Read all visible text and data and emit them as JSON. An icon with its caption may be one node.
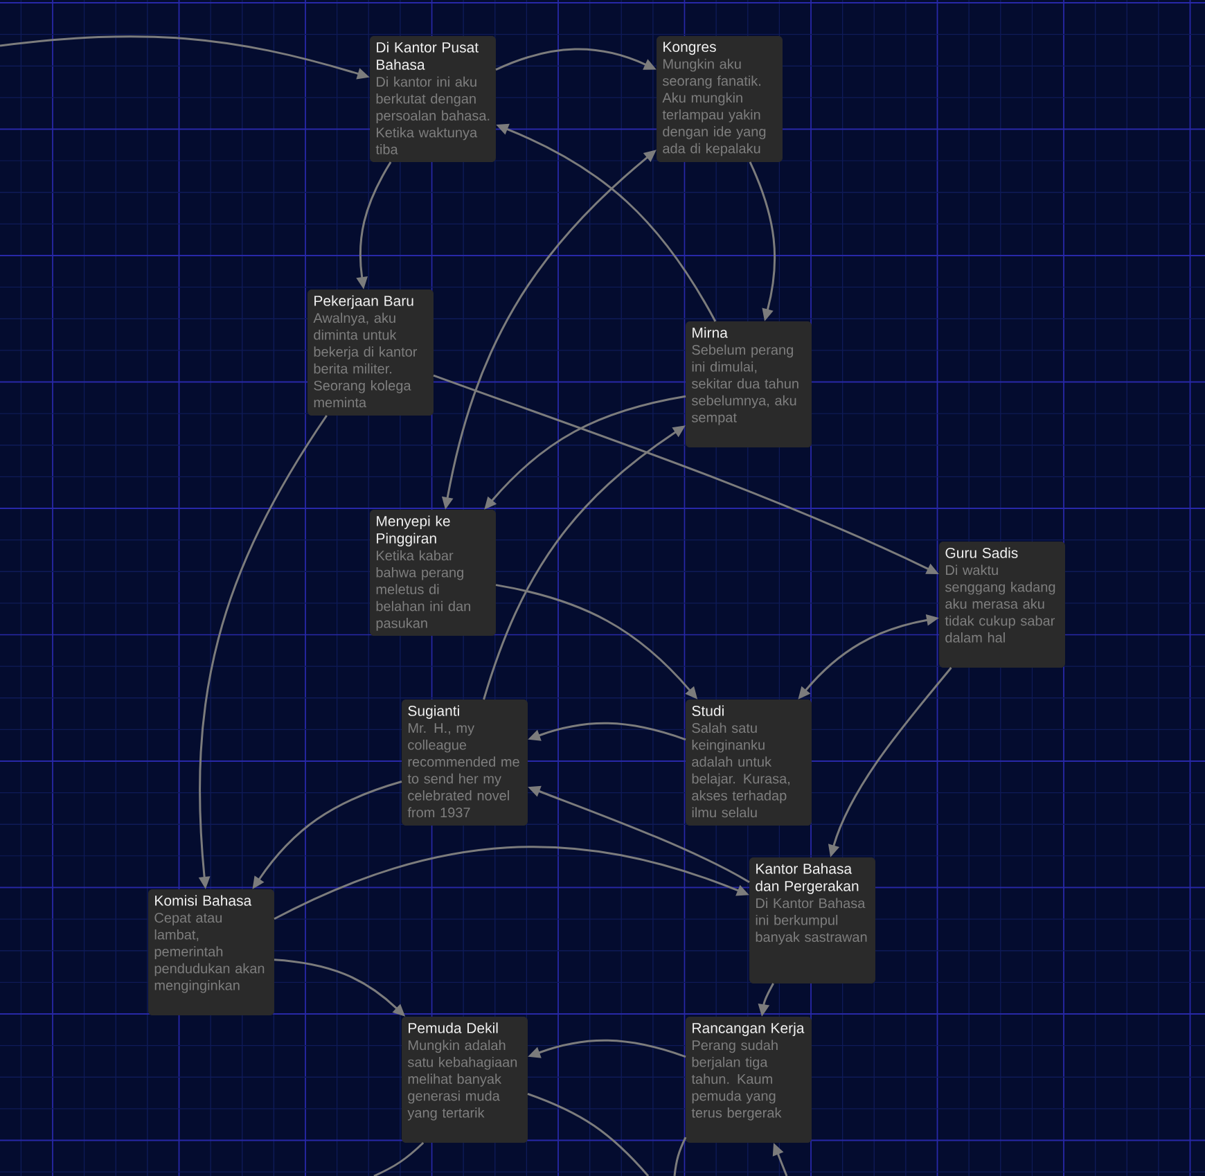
{
  "diagram": {
    "nodes": [
      {
        "text": [
          "Di Kantor Pusat Bahasa",
          "Di kantor ini aku berkutat dengan persoalan bahasa. Ketika waktunya tiba"
        ]
      },
      {
        "text": [
          "Kongres",
          "Mungkin aku seorang fanatik. Aku mungkin terlampau yakin dengan ide yang ada di kepalaku"
        ]
      },
      {
        "text": [
          "Pekerjaan Baru",
          "Awalnya, aku diminta untuk bekerja di kantor berita militer. Seorang kolega meminta"
        ]
      },
      {
        "text": [
          "Mirna",
          "Sebelum perang ini dimulai, sekitar dua tahun sebelumnya, aku sempat"
        ]
      },
      {
        "text": [
          "Menyepi ke Pinggiran",
          "Ketika kabar bahwa perang meletus di belahan ini dan pasukan"
        ]
      },
      {
        "text": [
          "Guru Sadis",
          "Di waktu senggang kadang aku merasa aku tidak cukup sabar dalam hal"
        ]
      },
      {
        "text": [
          "Sugianti",
          "Mr. H., my colleague recommended me to send her my celebrated novel from 1937"
        ]
      },
      {
        "text": [
          "Studi",
          "Salah satu keinginanku adalah untuk belajar. Kurasa, akses terhadap ilmu selalu"
        ]
      },
      {
        "text": [
          "Kantor Bahasa dan Pergerakan",
          "Di Kantor Bahasa ini berkumpul banyak sastrawan"
        ]
      },
      {
        "text": [
          "Komisi Bahasa",
          "Cepat atau lambat, pemerintah pendudukan akan menginginkan"
        ]
      },
      {
        "text": [
          "Pemuda Dekil",
          "Mungkin adalah satu kebahagiaan melihat banyak generasi muda yang tertarik"
        ]
      },
      {
        "text": [
          "Rancangan Kerja",
          "Perang sudah berjalan tiga tahun. Kaum pemuda yang terus bergerak"
        ]
      }
    ],
    "edges": [
      {
        "from": null,
        "to": 0,
        "arrow": "to"
      },
      {
        "from": 0,
        "to": 1,
        "arrow": "to"
      },
      {
        "from": 0,
        "to": 2,
        "arrow": "to"
      },
      {
        "from": 1,
        "to": 3,
        "arrow": "to"
      },
      {
        "from": 3,
        "to": 0,
        "arrow": "to"
      },
      {
        "from": 1,
        "to": 4,
        "arrow": "both"
      },
      {
        "from": 2,
        "to": 5,
        "arrow": "to"
      },
      {
        "from": 3,
        "to": 4,
        "arrow": "to"
      },
      {
        "from": 6,
        "to": 3,
        "arrow": "to"
      },
      {
        "from": 4,
        "to": 7,
        "arrow": "to"
      },
      {
        "from": 5,
        "to": 7,
        "arrow": "both"
      },
      {
        "from": 5,
        "to": 8,
        "arrow": "to"
      },
      {
        "from": 7,
        "to": 6,
        "arrow": "to"
      },
      {
        "from": 8,
        "to": 6,
        "arrow": "to"
      },
      {
        "from": 6,
        "to": 9,
        "arrow": "to"
      },
      {
        "from": 2,
        "to": 9,
        "arrow": "to"
      },
      {
        "from": 9,
        "to": 8,
        "arrow": "to"
      },
      {
        "from": 9,
        "to": 10,
        "arrow": "to"
      },
      {
        "from": 8,
        "to": 11,
        "arrow": "to"
      },
      {
        "from": 11,
        "to": 10,
        "arrow": "to"
      },
      {
        "from": 10,
        "to": null,
        "arrow": "none"
      },
      {
        "from": 10,
        "to": null,
        "arrow": "none"
      },
      {
        "from": 11,
        "to": null,
        "arrow": "none"
      },
      {
        "from": null,
        "to": 11,
        "arrow": "to"
      }
    ]
  }
}
